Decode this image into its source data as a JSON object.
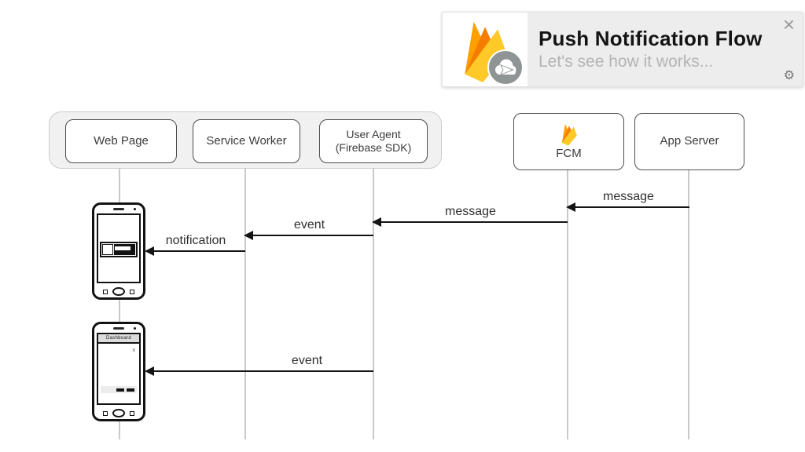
{
  "header": {
    "title": "Push Notification Flow",
    "subtitle": "Let's see how it works...",
    "close": "×",
    "gear": "⚙"
  },
  "participants": {
    "web_page": "Web Page",
    "service_worker": "Service Worker",
    "user_agent_line1": "User Agent",
    "user_agent_line2": "(Firebase SDK)",
    "fcm": "FCM",
    "app_server": "App Server"
  },
  "arrows": [
    {
      "label": "message",
      "from": "App Server",
      "to": "FCM"
    },
    {
      "label": "message",
      "from": "FCM",
      "to": "User Agent (Firebase SDK)"
    },
    {
      "label": "event",
      "from": "User Agent (Firebase SDK)",
      "to": "Service Worker"
    },
    {
      "label": "notification",
      "from": "Service Worker",
      "to": "Web Page"
    },
    {
      "label": "event",
      "from": "User Agent (Firebase SDK)",
      "to": "Web Page"
    }
  ],
  "phone2": {
    "titlebar": "Dashboard",
    "dialog_close": "x"
  },
  "colors": {
    "firebase_yellow": "#FFCA28",
    "firebase_orange": "#F57C00",
    "firebase_amber": "#FFA000",
    "badge_gray": "#8f9494",
    "lifeline_gray": "#c9c9c9",
    "arrow_black": "#141414",
    "card_gray": "#ededed"
  }
}
